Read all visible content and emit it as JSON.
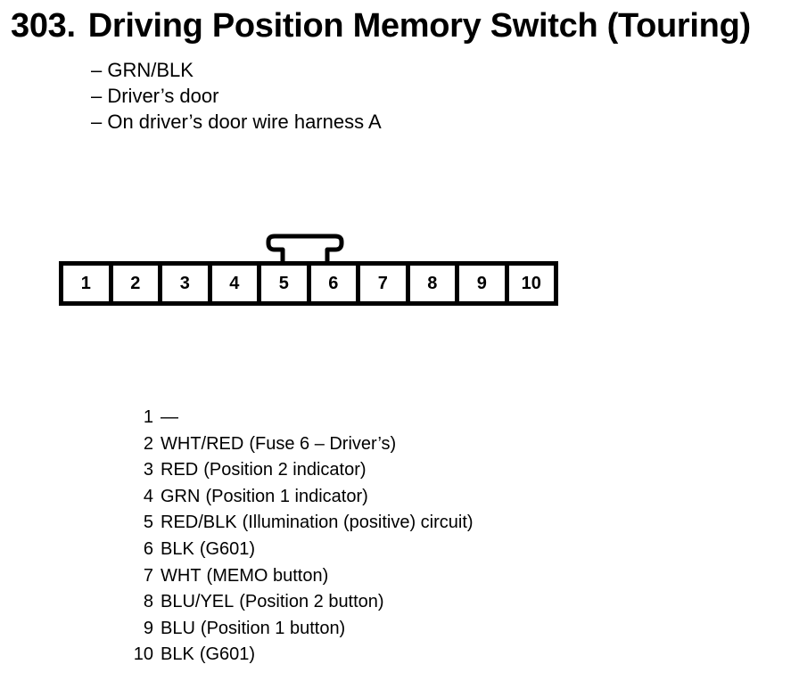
{
  "header": {
    "number": "303.",
    "title": "Driving Position Memory Switch (Touring)"
  },
  "notes": [
    "– GRN/BLK",
    "– Driver’s door",
    "– On driver’s door wire harness A"
  ],
  "connector": {
    "pins": [
      "1",
      "2",
      "3",
      "4",
      "5",
      "6",
      "7",
      "8",
      "9",
      "10"
    ]
  },
  "pin_list": [
    {
      "num": "1",
      "wire": "—",
      "desc": ""
    },
    {
      "num": "2",
      "wire": "WHT/RED",
      "desc": "(Fuse 6 – Driver’s)"
    },
    {
      "num": "3",
      "wire": "RED",
      "desc": "(Position 2 indicator)"
    },
    {
      "num": "4",
      "wire": "GRN",
      "desc": "(Position 1 indicator)"
    },
    {
      "num": "5",
      "wire": "RED/BLK",
      "desc": "(Illumination (positive) circuit)"
    },
    {
      "num": "6",
      "wire": "BLK",
      "desc": "(G601)"
    },
    {
      "num": "7",
      "wire": "WHT",
      "desc": "(MEMO button)"
    },
    {
      "num": "8",
      "wire": "BLU/YEL",
      "desc": "(Position 2 button)"
    },
    {
      "num": "9",
      "wire": "BLU",
      "desc": "(Position 1 button)"
    },
    {
      "num": "10",
      "wire": "BLK",
      "desc": "(G601)"
    }
  ]
}
